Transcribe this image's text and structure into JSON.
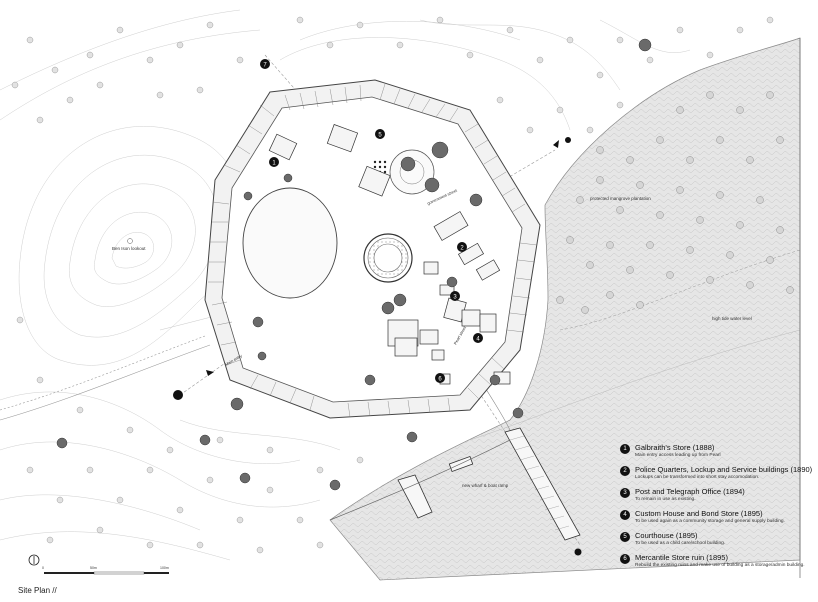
{
  "title": "Site Plan //",
  "scale_bar": {
    "ticks": [
      "0",
      "50m",
      "100m"
    ]
  },
  "map_labels": {
    "lookout": "Ben Ison lookout",
    "mangrove": "protected mangrove plantation",
    "high_tide": "high tide water level",
    "wharf": "new wharf & boat ramp",
    "entry_label": "Main entry",
    "street_1": "Pearl street",
    "street_2": "government street"
  },
  "markers": [
    "1",
    "2",
    "3",
    "4",
    "5",
    "6",
    "7"
  ],
  "legend": [
    {
      "num": "1",
      "title": "Galbraith's Store (1888)",
      "desc": "Main entry access leading up from Pearl"
    },
    {
      "num": "2",
      "title": "Police Quarters, Lockup and Service buildings (1890)",
      "desc": "Lockups can be transformed into short stay accomodation."
    },
    {
      "num": "3",
      "title": "Post and Telegraph Office (1894)",
      "desc": "To remain in use as existing."
    },
    {
      "num": "4",
      "title": "Custom House and Bond Store (1895)",
      "desc": "To be used again as a community storage and general supply building."
    },
    {
      "num": "5",
      "title": "Courthouse (1895)",
      "desc": "To be used as a child care/school building."
    },
    {
      "num": "6",
      "title": "Mercantile Store ruin (1895)",
      "desc": "Rebuild the existing ruins and make use of building as a storage/admin building."
    }
  ],
  "colors": {
    "ink": "#222222",
    "contour": "#c8c8c8",
    "water": "#e4e4e4",
    "tree": "#b0b0b0",
    "tree_dark": "#5a5a5a",
    "building": "#f5f5f5"
  },
  "icons": [
    "north-arrow-icon",
    "entry-arrow-icon"
  ]
}
